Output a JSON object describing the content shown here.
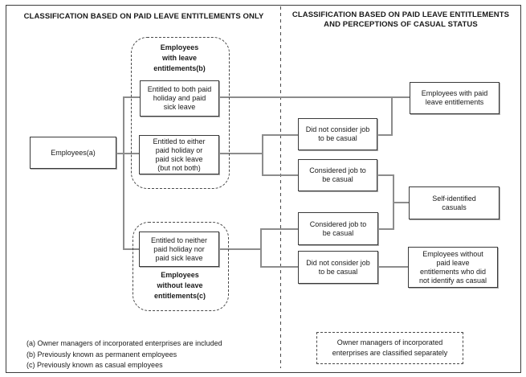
{
  "headers": {
    "left": "CLASSIFICATION BASED ON PAID LEAVE ENTITLEMENTS ONLY",
    "right": [
      "CLASSIFICATION BASED ON PAID LEAVE ENTITLEMENTS",
      "AND PERCEPTIONS OF CASUAL STATUS"
    ]
  },
  "left_section": {
    "employees_box": "Employees(a)",
    "with_leave_group": {
      "title": [
        "Employees",
        "with leave",
        "entitlements(b)"
      ],
      "entitled_both": [
        "Entitled to both paid",
        "holiday and paid",
        "sick leave"
      ],
      "entitled_either": [
        "Entitled to either",
        "paid holiday or",
        "paid sick leave",
        "(but not both)"
      ]
    },
    "without_leave_group": {
      "title": [
        "Employees",
        "without leave",
        "entitlements(c)"
      ],
      "entitled_neither": [
        "Entitled to neither",
        "paid holiday nor",
        "paid sick leave"
      ]
    }
  },
  "middle_section": {
    "did_not_consider_top": [
      "Did not consider job",
      "to be casual"
    ],
    "considered_top": [
      "Considered job to",
      "be casual"
    ],
    "considered_bottom": [
      "Considered job to",
      "be casual"
    ],
    "did_not_consider_bottom": [
      "Did not consider job",
      "to be casual"
    ]
  },
  "right_section": {
    "with_paid": [
      "Employees with paid",
      "leave entitlements"
    ],
    "self_identified": [
      "Self-identified",
      "casuals"
    ],
    "without_paid": [
      "Employees without",
      "paid leave",
      "entitlements who did",
      "not identify as casual"
    ]
  },
  "note_box": [
    "Owner managers of incorporated",
    "enterprises are classified separately"
  ],
  "footnotes": [
    "(a) Owner managers of incorporated enterprises are included",
    "(b) Previously known as permanent employees",
    "(c) Previously known as casual employees"
  ],
  "colors": {
    "connector_line": "#8c8c8c",
    "box_border": "#3a3a3a",
    "background": "#ffffff"
  }
}
